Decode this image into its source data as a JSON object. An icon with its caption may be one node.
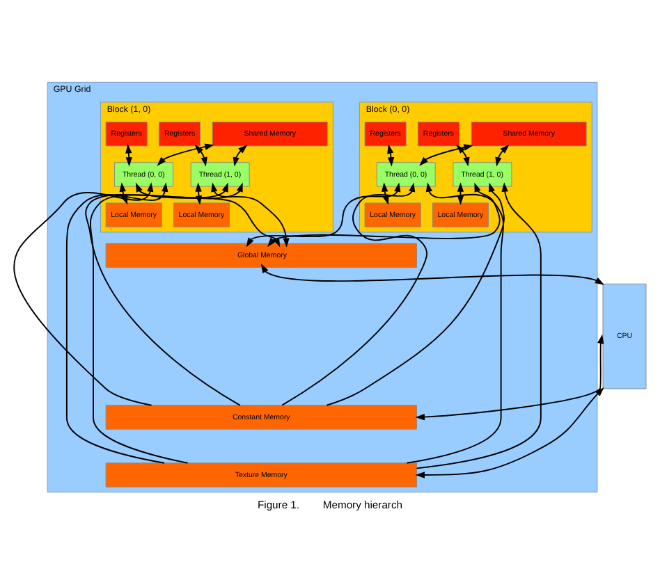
{
  "diagram": {
    "caption": "Figure 1.        Memory hierarch",
    "nodes": [
      {
        "text": [
          "GPU Grid"
        ]
      },
      {
        "text": [
          "Block (0, 0)"
        ],
        "in": 0
      },
      {
        "text": [
          "Shared Memory"
        ],
        "in": 1
      },
      {
        "text": [
          "Registers"
        ],
        "in": 1
      },
      {
        "text": [
          "Registers"
        ],
        "in": 1
      },
      {
        "text": [
          "Thread (0, 0)"
        ],
        "in": 1
      },
      {
        "text": [
          "Thread (1, 0)"
        ],
        "in": 1
      },
      {
        "text": [
          "Local Memory"
        ],
        "in": 1
      },
      {
        "text": [
          "Local Memory"
        ],
        "in": 1
      },
      {
        "text": [
          "Block (1, 0)"
        ],
        "in": 0
      },
      {
        "text": [
          "Shared Memory"
        ],
        "in": 9
      },
      {
        "text": [
          "Registers"
        ],
        "in": 9
      },
      {
        "text": [
          "Registers"
        ],
        "in": 9
      },
      {
        "text": [
          "Thread (0, 0)"
        ],
        "in": 9
      },
      {
        "text": [
          "Thread (1, 0)"
        ],
        "in": 9
      },
      {
        "text": [
          "Local Memory"
        ],
        "in": 9
      },
      {
        "text": [
          "Local Memory"
        ],
        "in": 9
      },
      {
        "text": [
          "Global Memory"
        ],
        "in": 0
      },
      {
        "text": [
          "Constant Memory"
        ],
        "in": 0
      },
      {
        "text": [
          "Texture Memory"
        ],
        "in": 0
      },
      {
        "text": [
          "CPU"
        ]
      }
    ],
    "edges": [
      {
        "from": 3,
        "to": 5,
        "arrow": "both"
      },
      {
        "from": 2,
        "to": 5,
        "arrow": "both"
      },
      {
        "from": 4,
        "to": 6,
        "arrow": "both"
      },
      {
        "from": 2,
        "to": 6,
        "arrow": "both"
      },
      {
        "from": 5,
        "to": 7,
        "arrow": "both"
      },
      {
        "from": 6,
        "to": 8,
        "arrow": "both"
      },
      {
        "from": 5,
        "to": 17,
        "arrow": "both"
      },
      {
        "from": 18,
        "to": 5,
        "arrow": "to"
      },
      {
        "from": 19,
        "to": 5,
        "arrow": "to"
      },
      {
        "from": 6,
        "to": 17,
        "arrow": "both"
      },
      {
        "from": 18,
        "to": 6,
        "arrow": "to"
      },
      {
        "from": 19,
        "to": 6,
        "arrow": "to"
      },
      {
        "from": 11,
        "to": 13,
        "arrow": "both"
      },
      {
        "from": 10,
        "to": 13,
        "arrow": "both"
      },
      {
        "from": 12,
        "to": 14,
        "arrow": "both"
      },
      {
        "from": 10,
        "to": 14,
        "arrow": "both"
      },
      {
        "from": 13,
        "to": 15,
        "arrow": "both"
      },
      {
        "from": 14,
        "to": 16,
        "arrow": "both"
      },
      {
        "from": 13,
        "to": 17,
        "arrow": "both"
      },
      {
        "from": 18,
        "to": 13,
        "arrow": "to"
      },
      {
        "from": 19,
        "to": 13,
        "arrow": "to"
      },
      {
        "from": 14,
        "to": 17,
        "arrow": "both"
      },
      {
        "from": 18,
        "to": 14,
        "arrow": "to"
      },
      {
        "from": 19,
        "to": 14,
        "arrow": "to"
      },
      {
        "from": 20,
        "to": 17,
        "arrow": "both"
      },
      {
        "from": 20,
        "to": 18,
        "arrow": "both"
      },
      {
        "from": 20,
        "to": 19,
        "arrow": "both"
      }
    ]
  }
}
